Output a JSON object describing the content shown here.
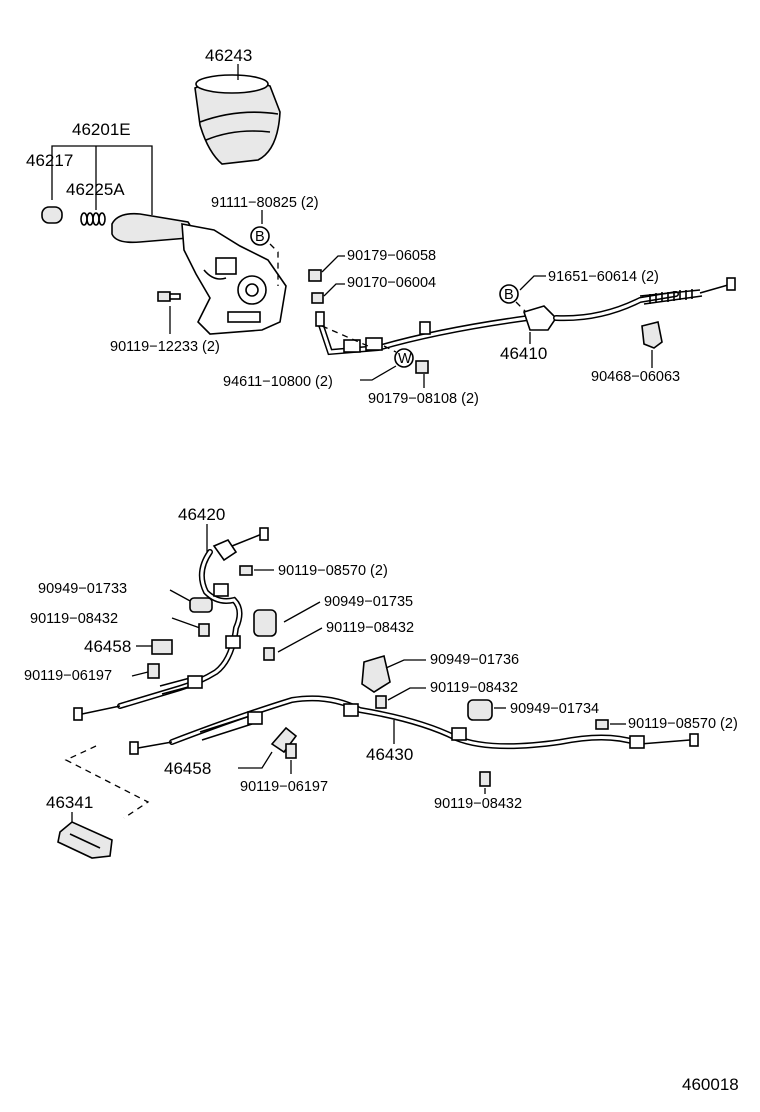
{
  "labels": {
    "p46243": "46243",
    "p46201E": "46201E",
    "p46217": "46217",
    "p46225A": "46225A",
    "p91111": "91111−80825 (2)",
    "p90179_06058": "90179−06058",
    "p90170_06004": "90170−06004",
    "p91651": "91651−60614 (2)",
    "p90119_12233": "90119−12233 (2)",
    "p46410": "46410",
    "p94611": "94611−10800 (2)",
    "p90179_08108": "90179−08108 (2)",
    "p90468": "90468−06063",
    "p46420": "46420",
    "p90119_08570_a": "90119−08570 (2)",
    "p90949_01733": "90949−01733",
    "p90949_01735": "90949−01735",
    "p90119_08432_a": "90119−08432",
    "p90119_08432_b": "90119−08432",
    "p46458_a": "46458",
    "p90119_06197_a": "90119−06197",
    "p90949_01736": "90949−01736",
    "p90119_08432_c": "90119−08432",
    "p90949_01734": "90949−01734",
    "p90119_08570_b": "90119−08570 (2)",
    "p46458_b": "46458",
    "p46430": "46430",
    "p90119_06197_b": "90119−06197",
    "p90119_08432_d": "90119−08432",
    "p46341": "46341",
    "figure_number": "460018"
  },
  "markers": {
    "b_top": "B",
    "b_right": "B",
    "w": "W"
  }
}
